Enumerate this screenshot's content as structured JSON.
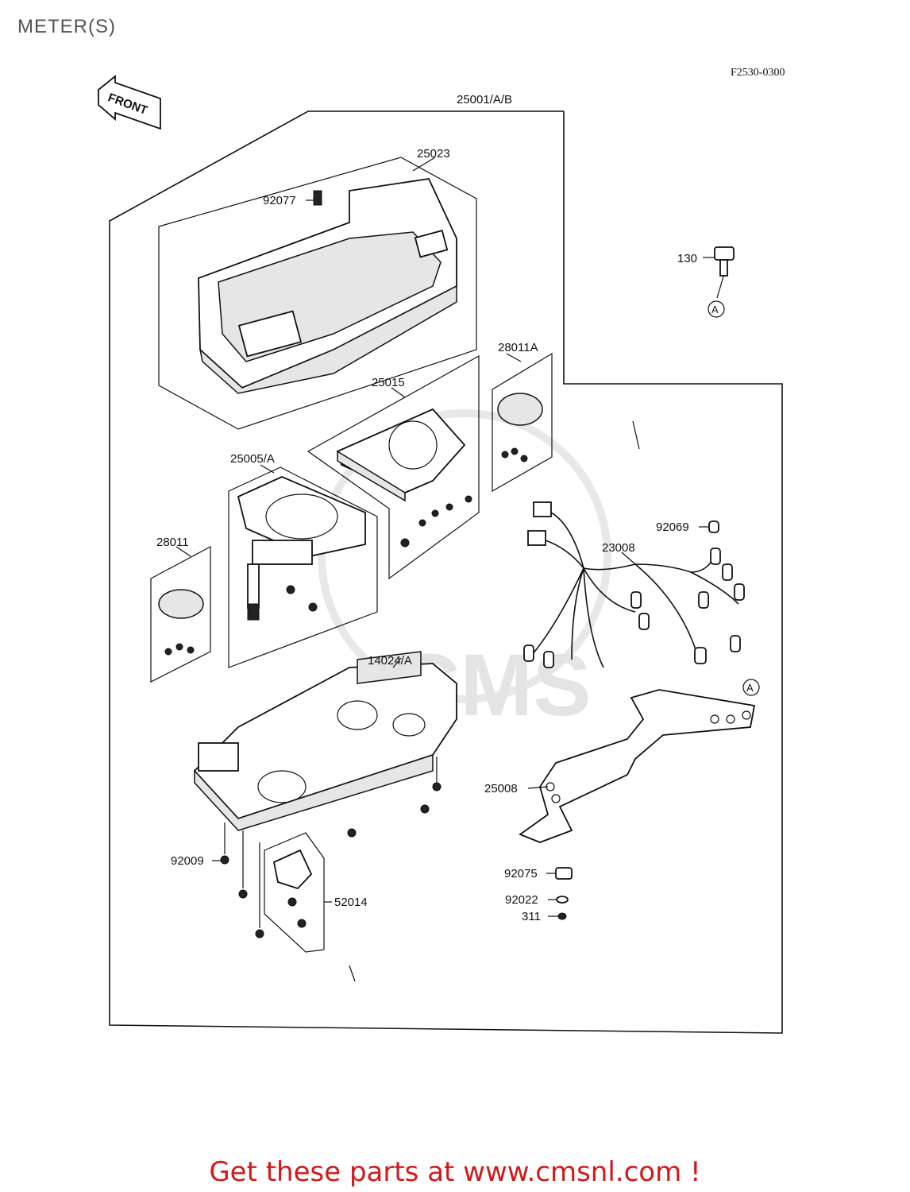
{
  "header": {
    "title": "METER(S)",
    "diagram_code": "F2530-0300"
  },
  "front_arrow": {
    "label": "FRONT"
  },
  "parts": {
    "p25001": "25001/A/B",
    "p25023": "25023",
    "p92077": "92077",
    "p130": "130",
    "p28011A": "28011A",
    "p25015": "25015",
    "p25005": "25005/A",
    "p28011": "28011",
    "p92069": "92069",
    "p23008": "23008",
    "p14024": "14024/A",
    "p25008": "25008",
    "p92009": "92009",
    "p52014": "52014",
    "p92075": "92075",
    "p92022": "92022",
    "p311": "311"
  },
  "ref_marker": "A",
  "watermark": "CMS",
  "footer": {
    "promo": "Get these parts at www.cmsnl.com !"
  }
}
